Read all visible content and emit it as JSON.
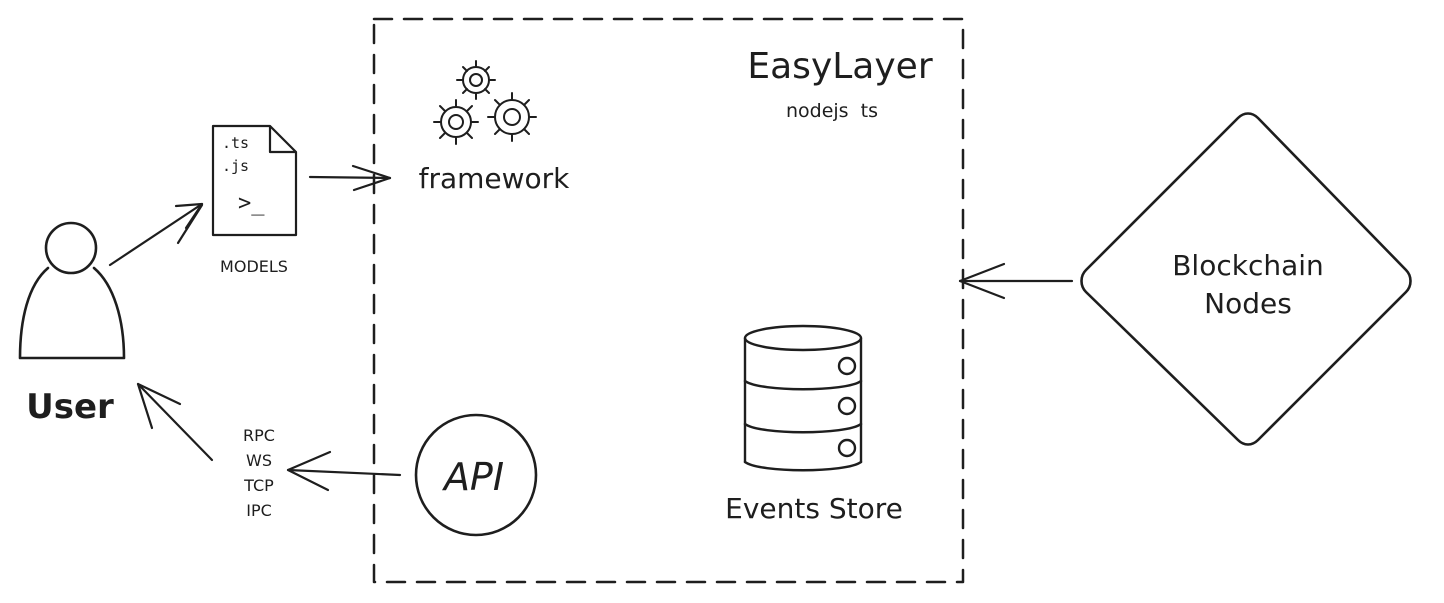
{
  "system": {
    "title": "EasyLayer",
    "subtitle": "nodejs  ts",
    "framework_label": "framework",
    "events_store_label": "Events Store",
    "api_label": "API"
  },
  "user": {
    "label": "User"
  },
  "models": {
    "label": "MODELS",
    "file_lines": [
      ".ts",
      ".js"
    ],
    "prompt_glyph": ">_"
  },
  "protocols": [
    "RPC",
    "WS",
    "TCP",
    "IPC"
  ],
  "blockchain": {
    "line1": "Blockchain",
    "line2": "Nodes"
  },
  "icons": [
    "user-icon",
    "file-icon",
    "gears-icon",
    "database-icon",
    "diamond-icon"
  ]
}
